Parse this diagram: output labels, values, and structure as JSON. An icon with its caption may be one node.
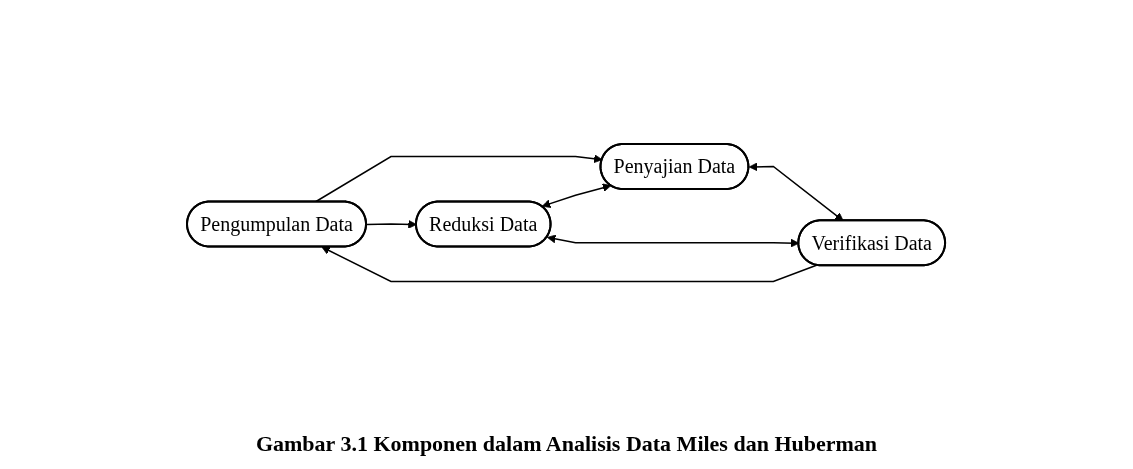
{
  "diagram": {
    "caption": "Gambar 3.1 Komponen dalam Analisis Data Miles dan Huberman",
    "nodes": [
      {
        "text": [
          "Pengumpulan Data"
        ]
      },
      {
        "text": [
          "Reduksi Data"
        ]
      },
      {
        "text": [
          "Penyajian Data"
        ]
      },
      {
        "text": [
          "Verifikasi Data"
        ]
      }
    ],
    "edges": [
      {
        "from": 0,
        "to": 2,
        "arrow": "to"
      },
      {
        "from": 0,
        "to": 1,
        "arrow": "to"
      },
      {
        "from": 1,
        "to": 2,
        "arrow": "both"
      },
      {
        "from": 2,
        "to": 3,
        "arrow": "both"
      },
      {
        "from": 1,
        "to": 3,
        "arrow": "both"
      },
      {
        "from": 3,
        "to": 0,
        "arrow": "to"
      }
    ]
  }
}
